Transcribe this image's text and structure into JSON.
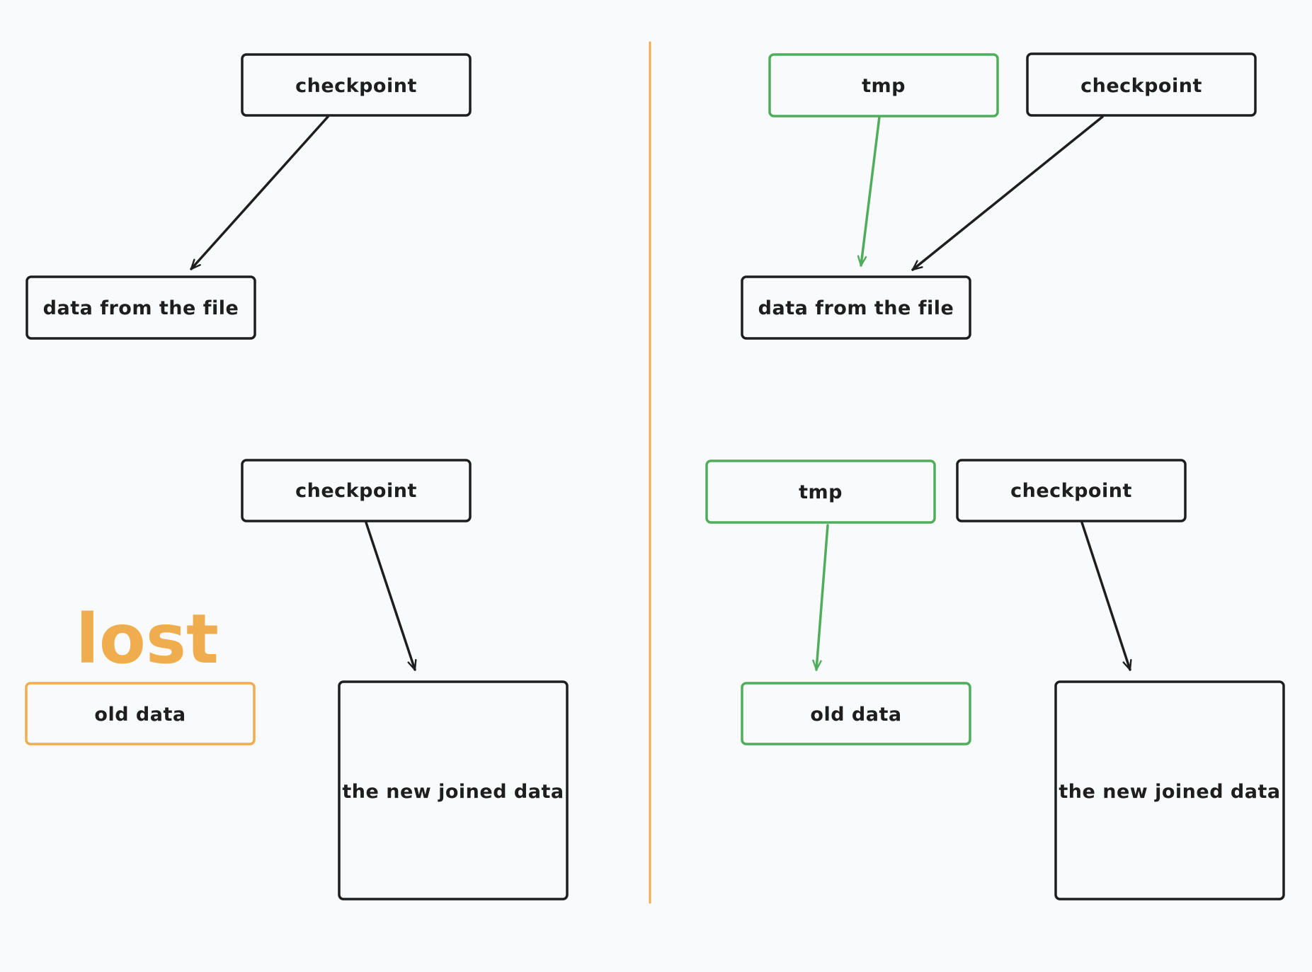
{
  "colors": {
    "background": "#f9fafc",
    "black": "#1e1e1e",
    "green": "#4fad5b",
    "orange": "#f0ad4e"
  },
  "divider": {
    "color": "#f0ad4e"
  },
  "left": {
    "top": {
      "checkpoint_label": "checkpoint",
      "file_label": "data from the file"
    },
    "bottom": {
      "checkpoint_label": "checkpoint",
      "lost_label": "lost",
      "old_data_label": "old data",
      "joined_label": "the new joined data"
    }
  },
  "right": {
    "top": {
      "tmp_label": "tmp",
      "checkpoint_label": "checkpoint",
      "file_label": "data from the file"
    },
    "bottom": {
      "tmp_label": "tmp",
      "checkpoint_label": "checkpoint",
      "old_data_label": "old data",
      "joined_label": "the new joined data"
    }
  }
}
